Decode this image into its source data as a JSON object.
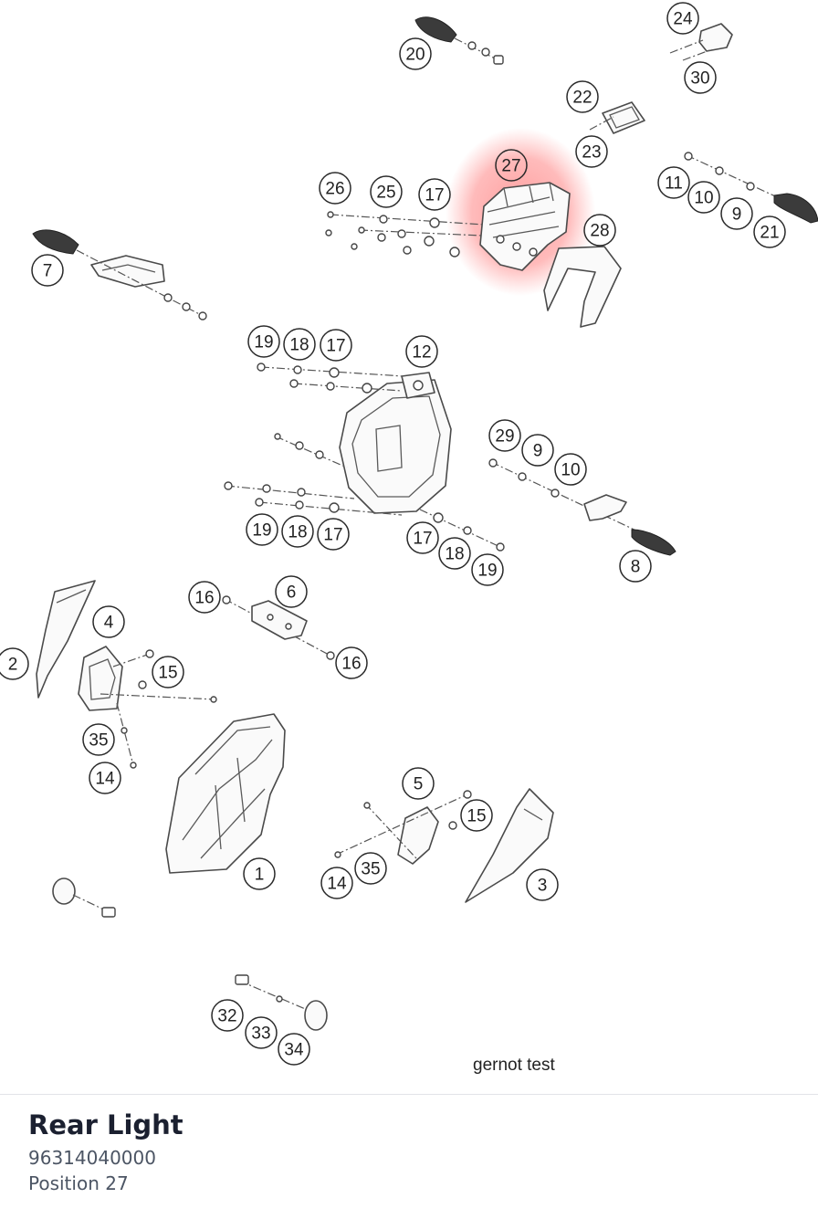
{
  "diagram": {
    "highlight_color": "#ff6b6b",
    "selected_callout": "27",
    "watermark": "gernot test",
    "callouts": [
      "20",
      "24",
      "30",
      "22",
      "23",
      "27",
      "26",
      "25",
      "17",
      "11",
      "10",
      "9",
      "21",
      "28",
      "7",
      "19",
      "18",
      "17",
      "12",
      "29",
      "9",
      "10",
      "19",
      "18",
      "17",
      "17",
      "18",
      "19",
      "8",
      "16",
      "6",
      "4",
      "2",
      "15",
      "16",
      "35",
      "14",
      "5",
      "15",
      "1",
      "35",
      "14",
      "3",
      "32",
      "33",
      "34"
    ]
  },
  "part_info": {
    "title": "Rear Light",
    "number": "96314040000",
    "position": "Position 27"
  }
}
